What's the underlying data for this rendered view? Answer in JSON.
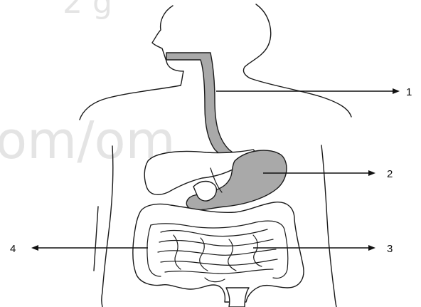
{
  "watermark": {
    "top_text": "2 g",
    "middle_text": "om/om",
    "color": "#e4e4e4"
  },
  "callouts": [
    {
      "number": "1",
      "pointer_direction": "right"
    },
    {
      "number": "2",
      "pointer_direction": "right"
    },
    {
      "number": "3",
      "pointer_direction": "right"
    },
    {
      "number": "4",
      "pointer_direction": "left"
    }
  ],
  "colors": {
    "line": "#1a1a1a",
    "shaded_organ": "#a9a9a9",
    "background": "#ffffff"
  }
}
